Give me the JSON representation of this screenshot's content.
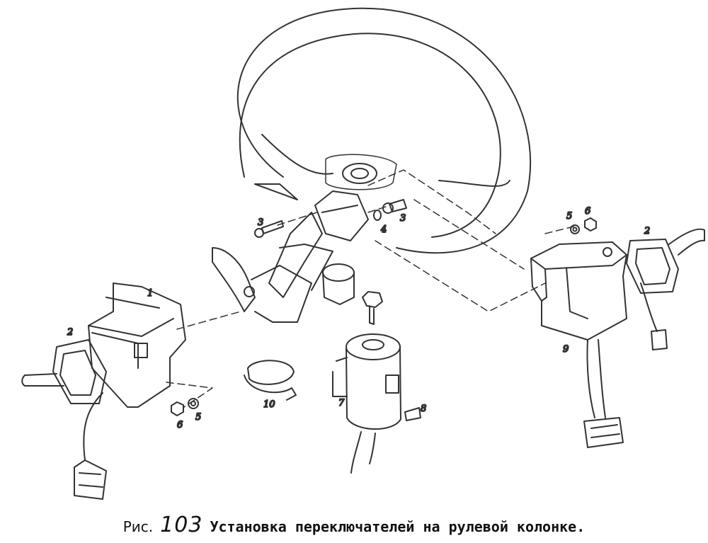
{
  "figure": {
    "caption_prefix": "Рис.",
    "caption_number": "103",
    "caption_text": "Установка переключателей на рулевой колонке."
  },
  "callouts": {
    "switch_left": "1",
    "grommet_left": "2",
    "grommet_right": "2",
    "screw_left": "3",
    "screw_right": "3",
    "washer": "4",
    "washer_left": "5",
    "washer_right": "5",
    "nut_left": "6",
    "nut_right": "6",
    "ignition_lock": "7",
    "lock_screw": "8",
    "switch_right": "9",
    "clamp": "10"
  },
  "colors": {
    "line": "#333333",
    "paper": "#ffffff"
  }
}
